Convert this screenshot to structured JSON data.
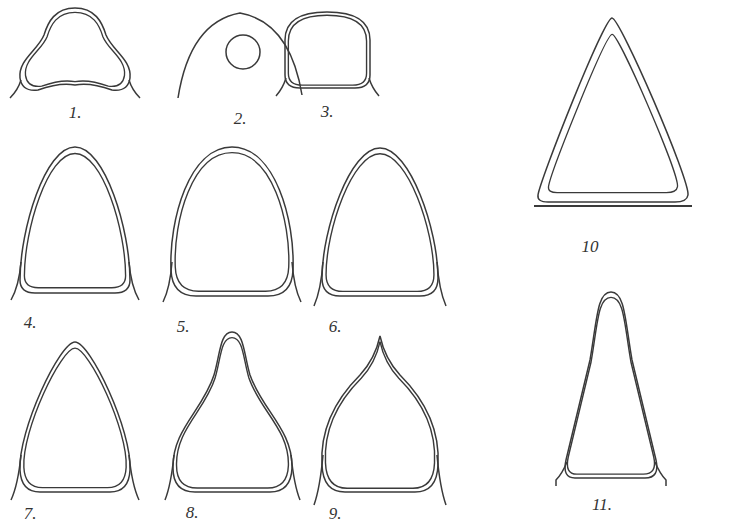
{
  "diagram": {
    "labels": [
      "1.",
      "2.",
      "3.",
      "4.",
      "5.",
      "6.",
      "7.",
      "8.",
      "9.",
      "10",
      "11."
    ]
  }
}
